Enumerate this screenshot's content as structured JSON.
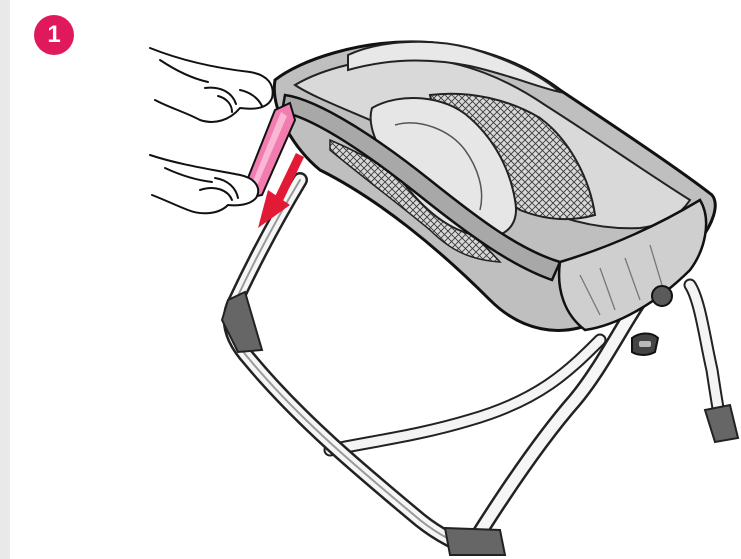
{
  "step": {
    "number": "1"
  },
  "colors": {
    "badge": "#e0195c",
    "release_handle": "#f27bb0",
    "direction_arrow": "#e21a35",
    "frame_dark": "#555555",
    "fabric": "#c9c9c9"
  },
  "illustration": {
    "subject": "bassinet-fold-step",
    "direction": "pull-release-handle-down"
  }
}
